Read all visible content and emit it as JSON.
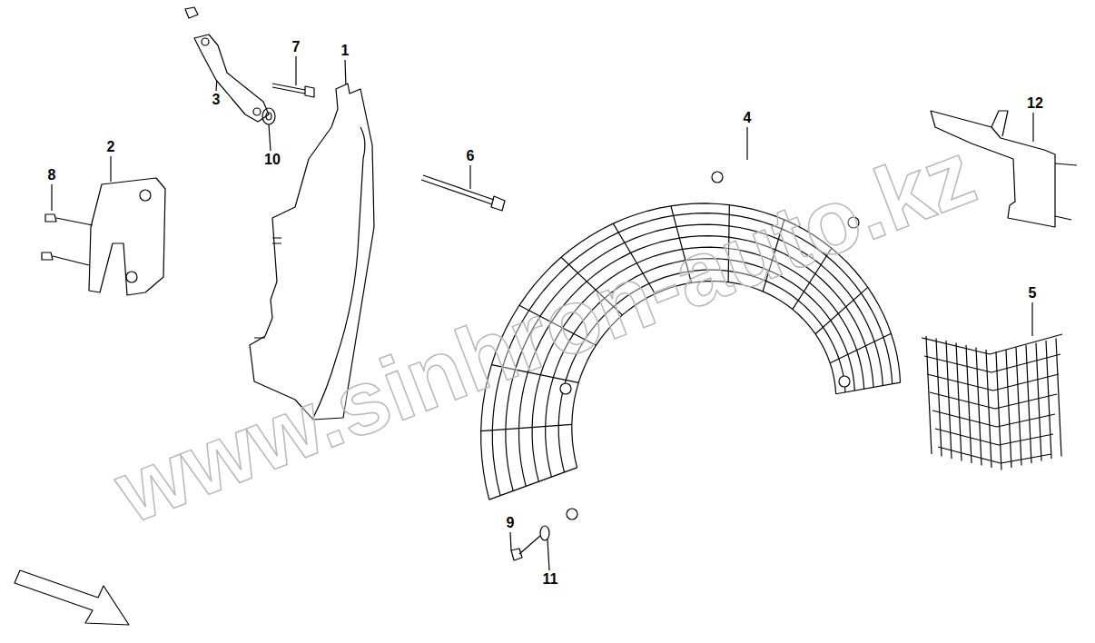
{
  "diagram": {
    "labels": [
      "7",
      "1",
      "3",
      "10",
      "2",
      "8",
      "6",
      "4",
      "12",
      "5",
      "9",
      "11",
      "www.sinhron-auto.kz"
    ]
  }
}
